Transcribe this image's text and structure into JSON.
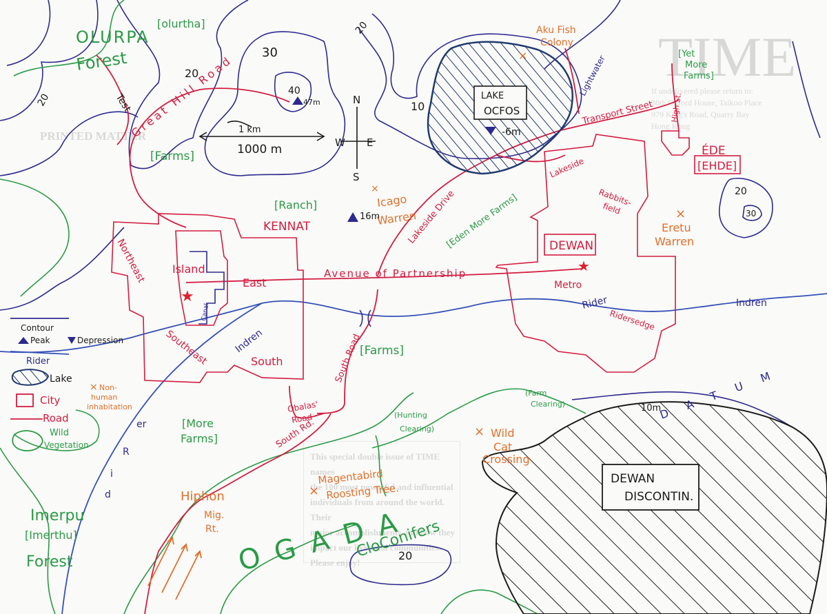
{
  "colors": {
    "contour": "#2c2a8e",
    "road": "#d21c3f",
    "river": "#3450b8",
    "vegetation": "#2b9a46",
    "nonhuman": "#e0702a",
    "lake_hatch": "#1f3a6e",
    "city": "#d21c3f",
    "ink": "#1a1a1a",
    "paper": "#fafaf8"
  },
  "forests": {
    "olurpa": "OLURPA",
    "olurpa_alt": "[olurtha]",
    "olurpa_2": "Forest",
    "imerpu": "Imerpu",
    "imerpu_alt": "[Imerthu]",
    "imerpu_2": "Forest",
    "ogada": "OGADA",
    "conifers": "CloConifers"
  },
  "lakes": {
    "ocfos": [
      "LAKE",
      "OCFOS"
    ],
    "ocfos_depth": "-6m",
    "dewan_discontin": [
      "DEWAN",
      "DISCONTIN."
    ]
  },
  "contour_labels": {
    "c30": "30",
    "c40": "40",
    "c47": "47m",
    "c20_top": "20",
    "c20_hill": "20",
    "c20_left": "20",
    "c10": "10",
    "c20_right": "20",
    "c30_right": "30",
    "c20_bottom": "20",
    "c10m": "10m",
    "peak16": "16m"
  },
  "scale": {
    "top": "1 km",
    "bottom": "1000 m"
  },
  "compass": {
    "n": "N",
    "s": "S",
    "e": "E",
    "w": "W"
  },
  "cities": {
    "kennat": "KENNAT",
    "dewan": "DEWAN",
    "ede": "ÉDE",
    "ehde": "[EHDE]"
  },
  "districts": {
    "island": "Island",
    "east": "East",
    "northeast": "Northeast",
    "southeast": "Southeast",
    "south": "South",
    "metro": "Metro",
    "ridersedge": "Ridersedge",
    "rabbitsfield": [
      "Rabbits-",
      "field"
    ],
    "lakeside": "Lakeside",
    "canal": "Canal"
  },
  "roads": {
    "great_hill": "Great Hill Road",
    "test": "Test",
    "avenue": "Avenue of Partnership",
    "lakeside_drive": "Lakeside Drive",
    "transport": "Transport Street",
    "high_st": "High St.",
    "south_road": "South Road",
    "obalas": [
      "Obalas'",
      "Road"
    ],
    "south_rd": "South Rd.",
    "lightwater": "Lightwater"
  },
  "rivers": {
    "indren_east": "Indren",
    "rider_east": "Rider",
    "indren_mid": "Indren",
    "river_sw": [
      "R",
      "i",
      "d",
      "er"
    ]
  },
  "farms": {
    "farms1": "[Farms]",
    "ranch": "[Ranch]",
    "eden": "[Eden More Farms]",
    "farms2": "[Farms]",
    "more_farms": [
      "[More",
      "Farms]"
    ],
    "yet_more": [
      "[Yet",
      "More",
      "Farms]"
    ],
    "farm_clearing": [
      "(Farm",
      "Clearing)"
    ],
    "hunting_clearing": [
      "(Hunting",
      "Clearing)"
    ]
  },
  "nonhuman": {
    "aku_fish": [
      "Aku Fish",
      "Colony"
    ],
    "icago": [
      "Icago",
      "Warren"
    ],
    "eretu": [
      "Eretu",
      "Warren"
    ],
    "wild_cat": [
      "Wild",
      "Cat",
      "Crossing"
    ],
    "magentabird": [
      "Magentabird",
      "Roosting Tree."
    ],
    "hiphon": "Hiphon",
    "mig_rt": [
      "Mig.",
      "Rt."
    ],
    "datum": "DATUM"
  },
  "legend": {
    "contour": "Contour",
    "peak": "Peak",
    "depression": "Depression",
    "river": "Rider",
    "lake": "Lake",
    "nonhuman": [
      "Non-",
      "human",
      "inhabitation"
    ],
    "city": "City",
    "road": "Road",
    "vegetation": [
      "Wild",
      "Vegetation"
    ]
  },
  "background_print": {
    "time": "TIME",
    "printed_matter": "PRINTED MATTER",
    "lines": [
      "If undelivered please return to:",
      "30th Oxford House, Taikoo Place",
      "979 King's Road, Quarry Bay",
      "Hong Kong"
    ],
    "notice": [
      "This special double issue of TIME names",
      "the 100 most powerful and influential",
      "individuals from around the world. Their",
      "major accomplishments and how they",
      "impact our lives and communities.",
      "Please enjoy!"
    ]
  }
}
